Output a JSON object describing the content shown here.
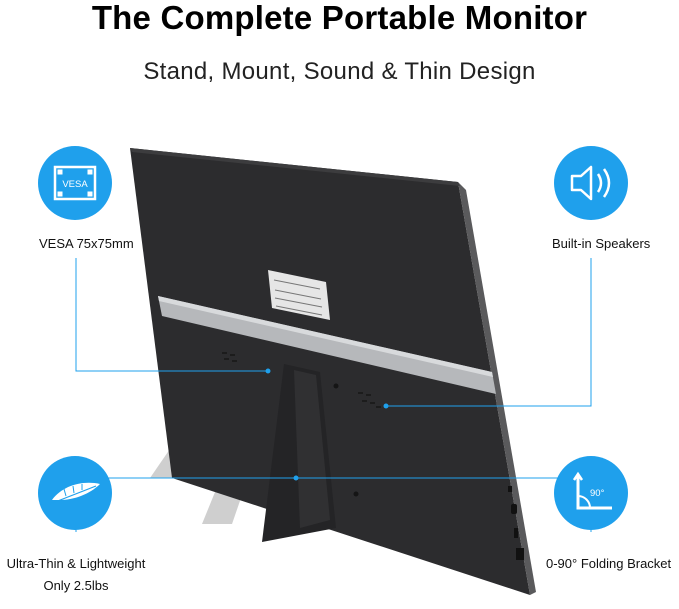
{
  "header": {
    "title": "The Complete Portable Monitor",
    "subtitle": "Stand, Mount, Sound & Thin Design"
  },
  "features": {
    "vesa": {
      "label": "VESA 75x75mm",
      "icon": "vesa-mount-icon",
      "icon_text": "VESA"
    },
    "speakers": {
      "label": "Built-in Speakers",
      "icon": "speaker-icon"
    },
    "thin": {
      "label_line1": "Ultra-Thin & Lightweight",
      "label_line2": "Only 2.5lbs",
      "icon": "feather-icon"
    },
    "bracket": {
      "label": "0-90° Folding Bracket",
      "icon": "angle-icon",
      "icon_text": "90°"
    }
  },
  "colors": {
    "accent": "#1fa0ec",
    "monitor_body": "#2c2c2e",
    "stand_shadow": "#cfcfcf"
  }
}
